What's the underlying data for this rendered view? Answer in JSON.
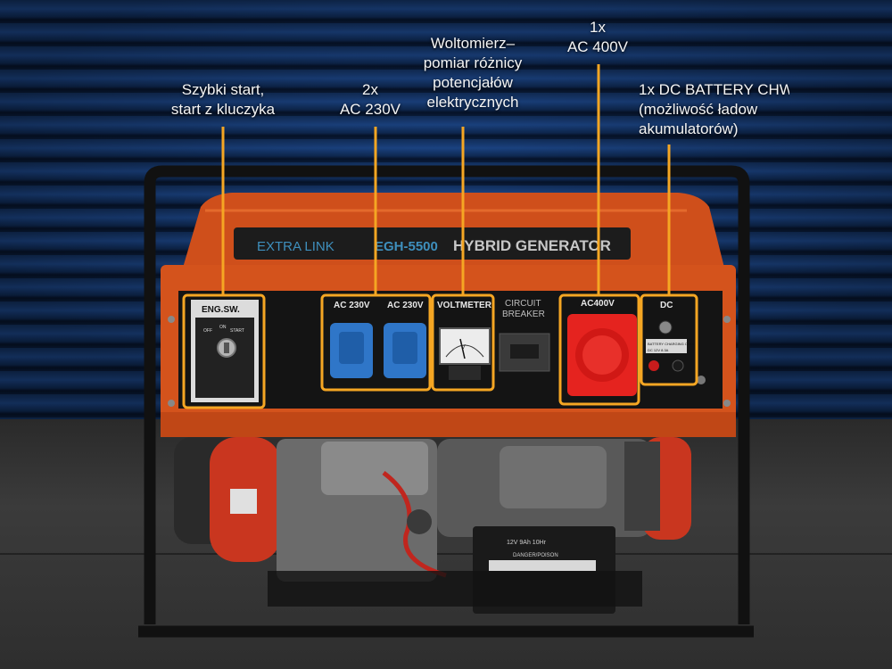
{
  "callouts": {
    "start": {
      "line1": "Szybki start,",
      "line2": "start z kluczyka"
    },
    "ac230": {
      "line1": "2x",
      "line2": "AC 230V"
    },
    "voltmeter": {
      "line1": "Woltomierz–",
      "line2": "pomiar różnicy",
      "line3": "potencjałów",
      "line4": "elektrycznych"
    },
    "ac400": {
      "line1": "1x",
      "line2": "AC 400V"
    },
    "dc": {
      "line1": "1x DC BATTERY CHW",
      "line2": "(możliwość ładow",
      "line3": "akumulatorów)"
    }
  },
  "generator": {
    "brand": "EXTRA LINK",
    "model": "EGH-5500",
    "type": "HYBRID GENERATOR",
    "panel": {
      "eng_sw": "ENG.SW.",
      "off": "OFF",
      "on": "ON",
      "start": "START",
      "ac230_left": "AC 230V",
      "ac230_right": "AC 230V",
      "voltmeter": "VOLTMETER",
      "voltmeter_unit": "V",
      "breaker_line1": "CIRCUIT",
      "breaker_line2": "BREAKER",
      "ac400": "AC400V",
      "dc": "DC",
      "battery_charging": "BATTERY CHARGING ONLY",
      "dc_rating": "DC 12V 8.3A"
    },
    "battery_label": "12V 9Ah 10Hr",
    "battery_warning": "DANGER/POISON"
  },
  "colors": {
    "highlight": "#f5a623",
    "body_orange": "#d9551c",
    "socket_blue": "#2f76c8",
    "socket_red": "#e5231f"
  }
}
